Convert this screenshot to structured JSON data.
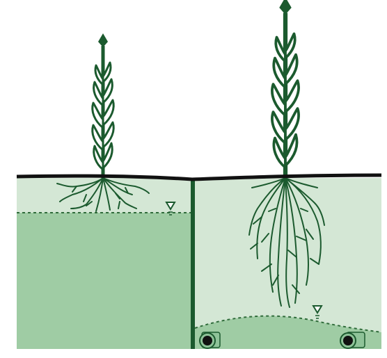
{
  "diagram": {
    "panels": [
      {
        "id": "undrained",
        "water_table": "high",
        "roots": "shallow"
      },
      {
        "id": "drained",
        "water_table": "lowered",
        "roots": "deep",
        "drain_pipes": 2
      }
    ],
    "colors": {
      "unsaturated_soil": "#d4e7d5",
      "saturated_soil": "#9fcca4",
      "plant": "#1b5a2e",
      "surface_line": "#111111",
      "water_table_line": "#2f6b3a",
      "pipe": "#8fc399"
    },
    "icons": [
      "water-table-symbol",
      "drain-pipe-icon"
    ]
  }
}
